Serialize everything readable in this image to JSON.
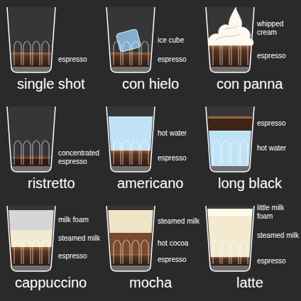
{
  "diagram": {
    "nodes": [
      {
        "text": [
          "espresso",
          "single shot"
        ]
      },
      {
        "text": [
          "ice cube",
          "espresso",
          "con hielo"
        ]
      },
      {
        "text": [
          "whipped cream",
          "espresso",
          "con panna"
        ]
      },
      {
        "text": [
          "concentrated espresso",
          "ristretto"
        ]
      },
      {
        "text": [
          "hot water",
          "espresso",
          "americano"
        ]
      },
      {
        "text": [
          "espresso",
          "hot water",
          "long black"
        ]
      },
      {
        "text": [
          "milk foam",
          "steamed milk",
          "espresso",
          "cappuccino"
        ]
      },
      {
        "text": [
          "steamed milk",
          "hot cocoa",
          "espresso",
          "mocha"
        ]
      },
      {
        "text": [
          "little milk foam",
          "steamed milk",
          "espresso",
          "latte"
        ]
      }
    ]
  }
}
